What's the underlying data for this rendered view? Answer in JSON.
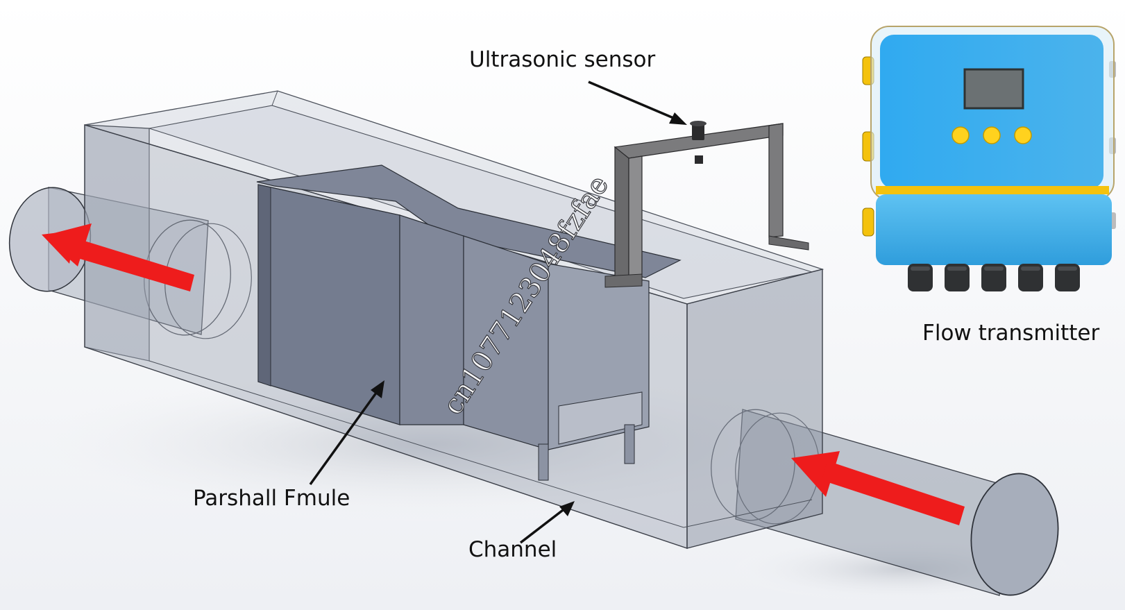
{
  "labels": {
    "ultrasonic_sensor": "Ultrasonic sensor",
    "flow_transmitter": "Flow transmitter",
    "parshall_flume": "Parshall Fmule",
    "channel": "Channel"
  },
  "watermark": "cn1077123048fzfae",
  "colors": {
    "flow_arrow": "#ee1c1c",
    "transmitter_body": "#3aa6e6",
    "transmitter_buttons": "#ffd21e",
    "transmitter_clips": "#f4c20d",
    "channel_glass": "#8e97a8",
    "flume_steel": "#7c8395",
    "sensor_bracket": "#6e6e70"
  },
  "icons": {
    "inlet_flow": "arrow-left-icon",
    "outlet_flow": "arrow-left-icon"
  }
}
